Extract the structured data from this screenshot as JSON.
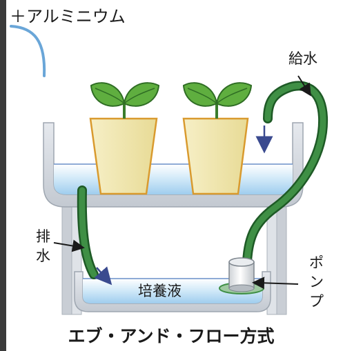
{
  "labels": {
    "top_left": "＋アルミニウム",
    "supply": "給水",
    "drain_line1": "排",
    "drain_line2": "水",
    "nutrient": "培養液",
    "pump_chars": [
      "ポ",
      "ン",
      "プ"
    ],
    "caption": "エブ・アンド・フロー方式"
  },
  "colors": {
    "tray": "#d2d7de",
    "water": "#bfe0f5",
    "tube": "#2f7d3a",
    "pot": "#f1e7b0",
    "pot_border": "#d99a2e",
    "leaf": "#3f9a34",
    "arrow": "#3a4a8f"
  }
}
